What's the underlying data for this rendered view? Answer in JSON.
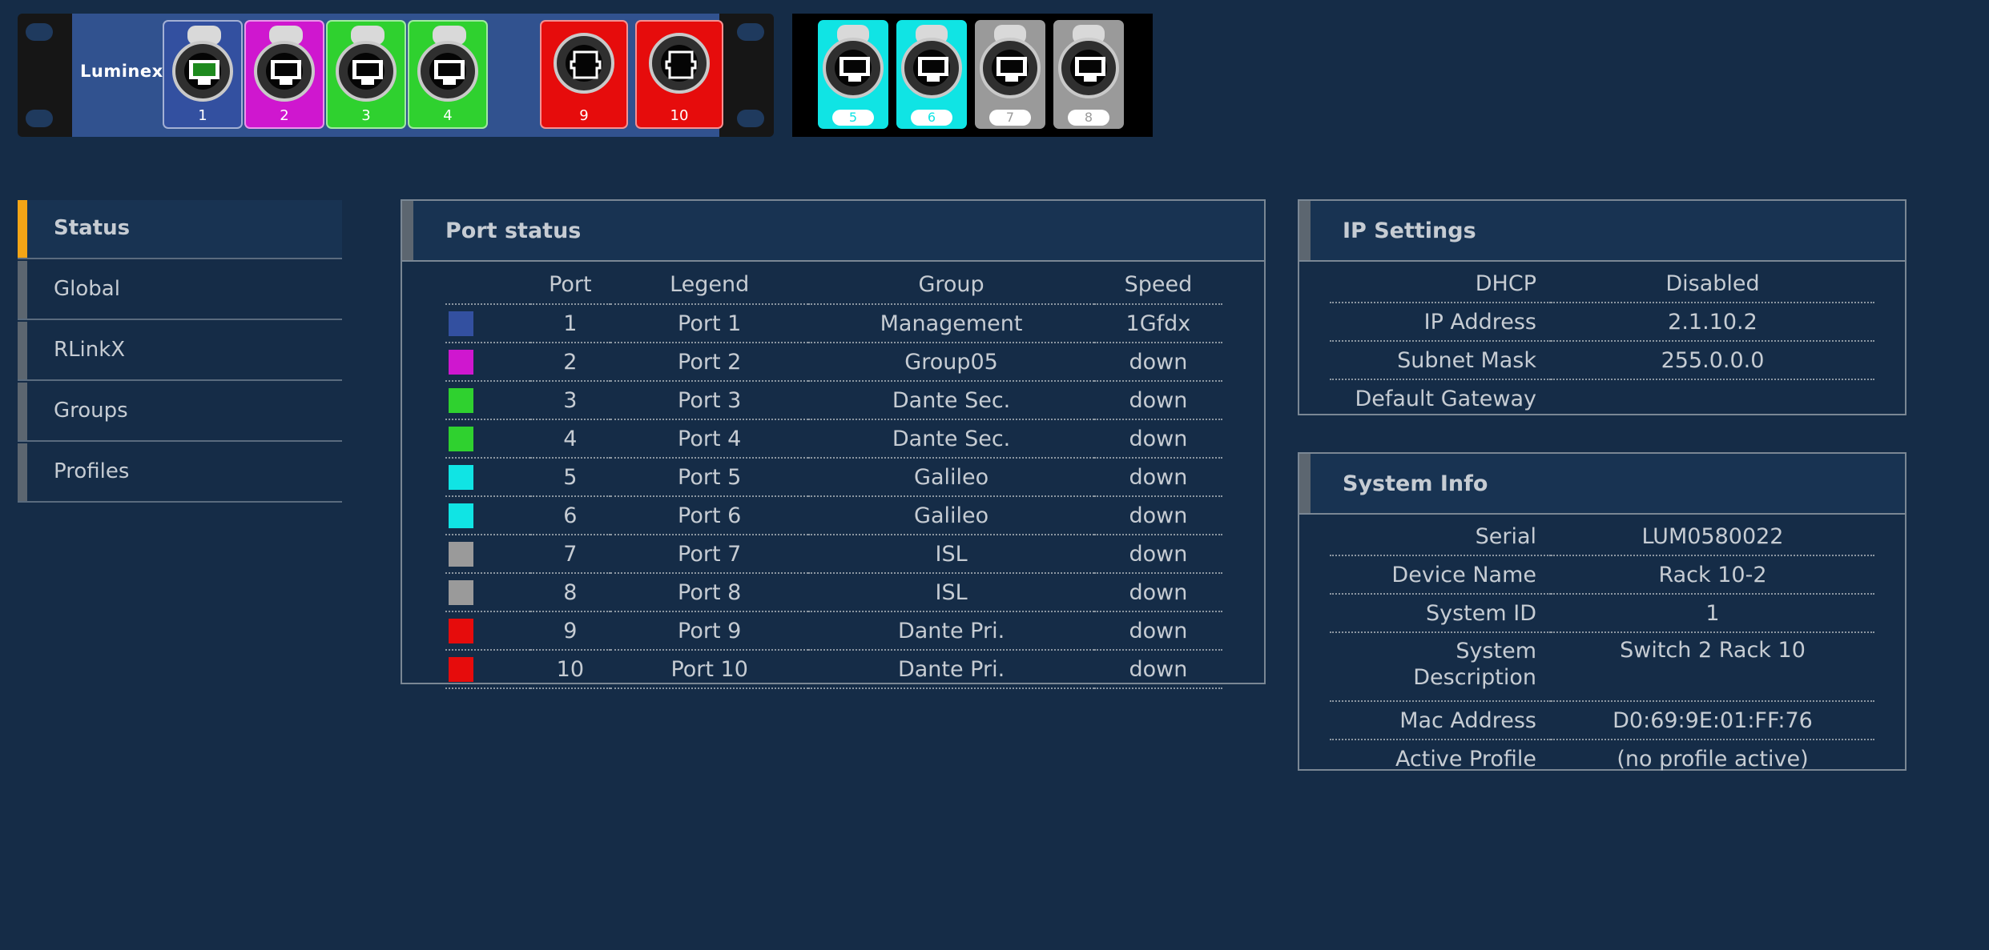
{
  "brand": "Luminex",
  "panel_ports_main": [
    {
      "num": "1",
      "color": "#3350a0",
      "inner": "#1e8a1e"
    },
    {
      "num": "2",
      "color": "#cf17cf",
      "inner": "#050505"
    },
    {
      "num": "3",
      "color": "#2fd12f",
      "inner": "#050505"
    },
    {
      "num": "4",
      "color": "#2fd12f",
      "inner": "#050505"
    }
  ],
  "panel_ports_sfp": [
    {
      "num": "9",
      "color": "#e60c0c"
    },
    {
      "num": "10",
      "color": "#e60c0c"
    }
  ],
  "panel_ports_right": [
    {
      "num": "5",
      "color": "#10e4e4"
    },
    {
      "num": "6",
      "color": "#10e4e4"
    },
    {
      "num": "7",
      "color": "#9a9a9a"
    },
    {
      "num": "8",
      "color": "#9a9a9a"
    }
  ],
  "nav": {
    "items": [
      {
        "label": "Status"
      },
      {
        "label": "Global"
      },
      {
        "label": "RLinkX"
      },
      {
        "label": "Groups"
      },
      {
        "label": "Profiles"
      }
    ],
    "active_color": "#f3a516"
  },
  "port_status": {
    "title": "Port status",
    "headers": {
      "port": "Port",
      "legend": "Legend",
      "group": "Group",
      "speed": "Speed"
    },
    "rows": [
      {
        "color": "#3350a0",
        "port": "1",
        "legend": "Port 1",
        "group": "Management",
        "speed": "1Gfdx"
      },
      {
        "color": "#cf17cf",
        "port": "2",
        "legend": "Port 2",
        "group": "Group05",
        "speed": "down"
      },
      {
        "color": "#2fd12f",
        "port": "3",
        "legend": "Port 3",
        "group": "Dante Sec.",
        "speed": "down"
      },
      {
        "color": "#2fd12f",
        "port": "4",
        "legend": "Port 4",
        "group": "Dante Sec.",
        "speed": "down"
      },
      {
        "color": "#10e4e4",
        "port": "5",
        "legend": "Port 5",
        "group": "Galileo",
        "speed": "down"
      },
      {
        "color": "#10e4e4",
        "port": "6",
        "legend": "Port 6",
        "group": "Galileo",
        "speed": "down"
      },
      {
        "color": "#9a9a9a",
        "port": "7",
        "legend": "Port 7",
        "group": "ISL",
        "speed": "down"
      },
      {
        "color": "#9a9a9a",
        "port": "8",
        "legend": "Port 8",
        "group": "ISL",
        "speed": "down"
      },
      {
        "color": "#e60c0c",
        "port": "9",
        "legend": "Port 9",
        "group": "Dante Pri.",
        "speed": "down"
      },
      {
        "color": "#e60c0c",
        "port": "10",
        "legend": "Port 10",
        "group": "Dante Pri.",
        "speed": "down"
      }
    ]
  },
  "ip_settings": {
    "title": "IP Settings",
    "rows": [
      {
        "key": "DHCP",
        "value": "Disabled"
      },
      {
        "key": "IP Address",
        "value": "2.1.10.2"
      },
      {
        "key": "Subnet Mask",
        "value": "255.0.0.0"
      },
      {
        "key": "Default Gateway",
        "value": ""
      }
    ]
  },
  "system_info": {
    "title": "System Info",
    "rows": [
      {
        "key": "Serial",
        "value": "LUM0580022"
      },
      {
        "key": "Device Name",
        "value": "Rack 10-2"
      },
      {
        "key": "System ID",
        "value": "1"
      },
      {
        "key": "System Description",
        "value": "Switch 2 Rack 10"
      },
      {
        "key": "Mac Address",
        "value": "D0:69:9E:01:FF:76"
      },
      {
        "key": "Active Profile",
        "value": "(no profile active)"
      }
    ]
  }
}
